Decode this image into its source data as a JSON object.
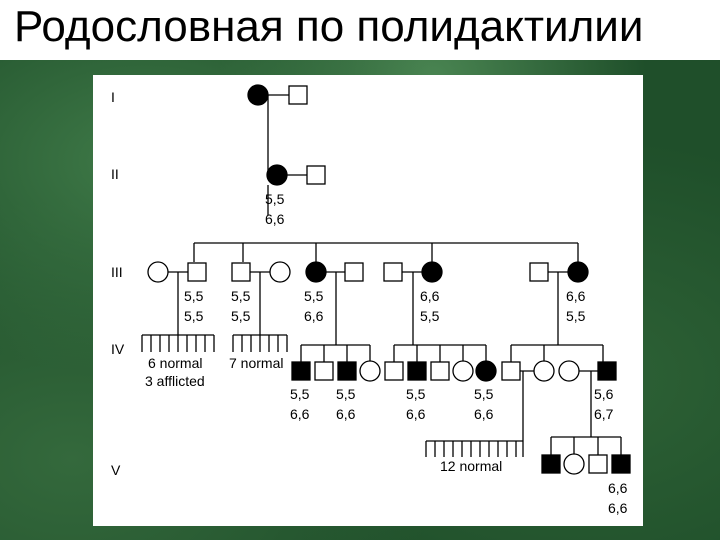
{
  "title": "Родословная по полидактилии",
  "generations": [
    "I",
    "II",
    "III",
    "IV",
    "V"
  ],
  "genotypes": {
    "gen2_affected_female": [
      "5,5",
      "6,6"
    ],
    "gen3_male_1": [
      "5,5",
      "5,5"
    ],
    "gen3_male_2": [
      "5,5",
      "5,5"
    ],
    "gen3_female_1": [
      "5,5",
      "6,6"
    ],
    "gen3_female_2": [
      "6,6",
      "5,5"
    ],
    "gen3_female_3": [
      "6,6",
      "5,5"
    ],
    "gen4_male_1": [
      "5,5",
      "6,6"
    ],
    "gen4_male_2": [
      "5,5",
      "6,6"
    ],
    "gen4_male_3": [
      "5,5",
      "6,6"
    ],
    "gen4_female_1": [
      "5,5",
      "6,6"
    ],
    "gen4_male_4": [
      "5,6",
      "6,7"
    ],
    "gen5_male": [
      "6,6",
      "6,6"
    ]
  },
  "sibship_notes": {
    "gen4_group_1": [
      "6 normal",
      "3 afflicted"
    ],
    "gen4_group_2": "7 normal",
    "gen5_group": "12 normal"
  },
  "colors": {
    "background": "#1f4f2a",
    "panel": "#ffffff",
    "affected": "#000000",
    "unaffected": "#ffffff",
    "line": "#000000"
  }
}
